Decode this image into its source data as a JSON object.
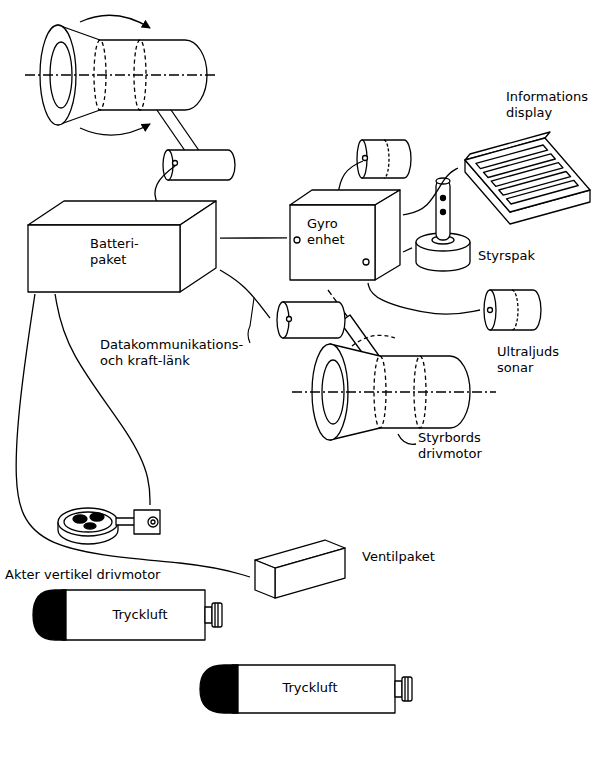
{
  "diagram": {
    "nodes": [
      {
        "text": [
          "Informations display"
        ]
      },
      {
        "text": [
          "Batteri- paket"
        ]
      },
      {
        "text": [
          "Gyro enhet"
        ]
      },
      {
        "text": [
          "Styrspak"
        ]
      },
      {
        "text": [
          "Ultraljuds sonar"
        ]
      },
      {
        "text": [
          "Styrbords drivmotor"
        ]
      },
      {
        "text": [
          "Akter vertikel drivmotor"
        ]
      },
      {
        "text": [
          "Ventilpaket"
        ]
      },
      {
        "text": [
          "Tryckluft"
        ]
      },
      {
        "text": [
          "Tryckluft"
        ]
      }
    ],
    "edges": [
      {
        "from": 1,
        "to": 2,
        "arrow": "none"
      },
      {
        "from": 2,
        "to": 0,
        "arrow": "none"
      },
      {
        "from": 2,
        "to": 3,
        "arrow": "none"
      },
      {
        "from": 2,
        "to": 4,
        "arrow": "none"
      },
      {
        "from": 1,
        "to": 5,
        "arrow": "none"
      },
      {
        "from": 1,
        "to": 6,
        "arrow": "none"
      },
      {
        "from": 1,
        "to": 7,
        "arrow": "none"
      }
    ],
    "labels": [
      "Datakommunikations- och kraft-länk"
    ]
  }
}
